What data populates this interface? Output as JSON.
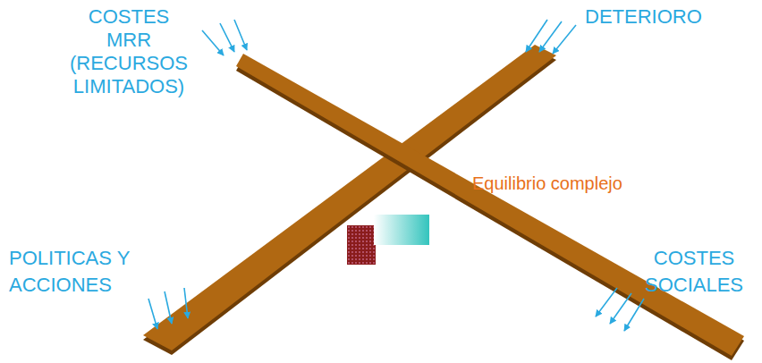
{
  "diagram": {
    "labels": [
      "COSTES MRR (RECURSOS LIMITADOS)",
      "DETERIORO",
      "Equilibrio complejo",
      "POLITICAS Y ACCIONES",
      "COSTES SOCIALES"
    ]
  }
}
